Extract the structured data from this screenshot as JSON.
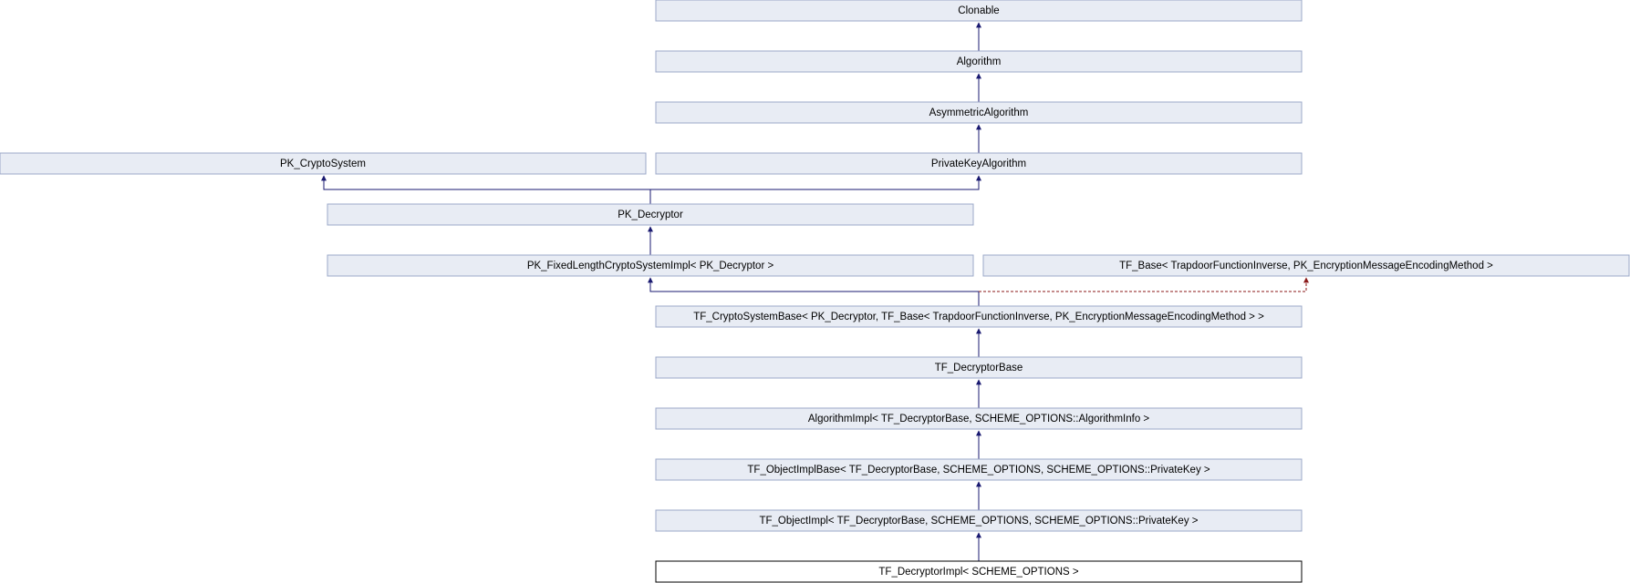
{
  "diagram": {
    "nodes": [
      {
        "id": "clonable",
        "label": "Clonable"
      },
      {
        "id": "algorithm",
        "label": "Algorithm"
      },
      {
        "id": "asymmetric-algorithm",
        "label": "AsymmetricAlgorithm"
      },
      {
        "id": "pk-cryptosystem",
        "label": "PK_CryptoSystem"
      },
      {
        "id": "private-key-algorithm",
        "label": "PrivateKeyAlgorithm"
      },
      {
        "id": "pk-decryptor",
        "label": "PK_Decryptor"
      },
      {
        "id": "pk-fixedlength-cryptosystemimpl",
        "label": "PK_FixedLengthCryptoSystemImpl< PK_Decryptor >"
      },
      {
        "id": "tf-base",
        "label": "TF_Base< TrapdoorFunctionInverse, PK_EncryptionMessageEncodingMethod >"
      },
      {
        "id": "tf-cryptosystembase",
        "label": "TF_CryptoSystemBase< PK_Decryptor, TF_Base< TrapdoorFunctionInverse, PK_EncryptionMessageEncodingMethod > >"
      },
      {
        "id": "tf-decryptorbase",
        "label": "TF_DecryptorBase"
      },
      {
        "id": "algorithmimpl",
        "label": "AlgorithmImpl< TF_DecryptorBase, SCHEME_OPTIONS::AlgorithmInfo >"
      },
      {
        "id": "tf-objectimplbase",
        "label": "TF_ObjectImplBase< TF_DecryptorBase, SCHEME_OPTIONS, SCHEME_OPTIONS::PrivateKey >"
      },
      {
        "id": "tf-objectimpl",
        "label": "TF_ObjectImpl< TF_DecryptorBase, SCHEME_OPTIONS, SCHEME_OPTIONS::PrivateKey >"
      },
      {
        "id": "tf-decryptorimpl",
        "label": "TF_DecryptorImpl< SCHEME_OPTIONS >",
        "current": true
      }
    ],
    "edges": [
      {
        "from": "algorithm",
        "to": "clonable",
        "kind": "public"
      },
      {
        "from": "asymmetric-algorithm",
        "to": "algorithm",
        "kind": "public"
      },
      {
        "from": "private-key-algorithm",
        "to": "asymmetric-algorithm",
        "kind": "public"
      },
      {
        "from": "pk-decryptor",
        "to": "pk-cryptosystem",
        "kind": "public"
      },
      {
        "from": "pk-decryptor",
        "to": "private-key-algorithm",
        "kind": "public"
      },
      {
        "from": "pk-fixedlength-cryptosystemimpl",
        "to": "pk-decryptor",
        "kind": "public"
      },
      {
        "from": "tf-cryptosystembase",
        "to": "pk-fixedlength-cryptosystemimpl",
        "kind": "public"
      },
      {
        "from": "tf-cryptosystembase",
        "to": "tf-base",
        "kind": "protected"
      },
      {
        "from": "tf-decryptorbase",
        "to": "tf-cryptosystembase",
        "kind": "public"
      },
      {
        "from": "algorithmimpl",
        "to": "tf-decryptorbase",
        "kind": "public"
      },
      {
        "from": "tf-objectimplbase",
        "to": "algorithmimpl",
        "kind": "public"
      },
      {
        "from": "tf-objectimpl",
        "to": "tf-objectimplbase",
        "kind": "public"
      },
      {
        "from": "tf-decryptorimpl",
        "to": "tf-objectimpl",
        "kind": "public"
      }
    ],
    "colors": {
      "public_edge": "#191970",
      "protected_edge": "#8b1a1a",
      "node_fill": "#e8ecf4",
      "node_border": "#9ba8c8",
      "current_fill": "#ffffff",
      "current_border": "#000000"
    }
  }
}
